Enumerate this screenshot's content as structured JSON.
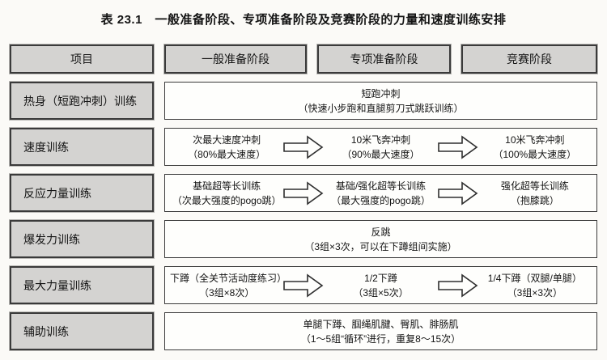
{
  "title": "表 23.1　一般准备阶段、专项准备阶段及竞赛阶段的力量和速度训练安排",
  "header": {
    "item": "项目",
    "phases": [
      "一般准备阶段",
      "专项准备阶段",
      "竞赛阶段"
    ]
  },
  "rows": [
    {
      "label": "热身（短跑冲刺）训练",
      "content": [
        "短跑冲刺",
        "（快速小步跑和直腿剪刀式跳跃训练）"
      ]
    },
    {
      "label": "速度训练",
      "stages": [
        [
          "次最大速度冲刺",
          "（80%最大速度）"
        ],
        [
          "10米飞奔冲刺",
          "（90%最大速度）"
        ],
        [
          "10米飞奔冲刺",
          "（100%最大速度）"
        ]
      ]
    },
    {
      "label": "反应力量训练",
      "stages": [
        [
          "基础超等长训练",
          "（次最大强度的pogo跳）"
        ],
        [
          "基础/强化超等长训练",
          "（最大强度的pogo跳）"
        ],
        [
          "强化超等长训练",
          "（抱膝跳）"
        ]
      ]
    },
    {
      "label": "爆发力训练",
      "content": [
        "反跳",
        "（3组×3次，可以在下蹲组间实施）"
      ]
    },
    {
      "label": "最大力量训练",
      "stages": [
        [
          "下蹲（全关节活动度练习）",
          "（3组×8次）"
        ],
        [
          "1/2下蹲",
          "（3组×5次）"
        ],
        [
          "1/4下蹲（双腿/单腿）",
          "（3组×3次）"
        ]
      ]
    },
    {
      "label": "辅助训练",
      "content": [
        "单腿下蹲、腘绳肌腱、臀肌、腓肠肌",
        "（1～5组“循环”进行，重复8～15次）"
      ]
    }
  ],
  "icons": {
    "progression_arrow": "right-block-arrow"
  },
  "colors": {
    "background": "#fbfaf7",
    "cell_gray": "#d4d3d1",
    "cell_white": "#fefefc",
    "border": "#3a3a3a",
    "text": "#141414"
  }
}
